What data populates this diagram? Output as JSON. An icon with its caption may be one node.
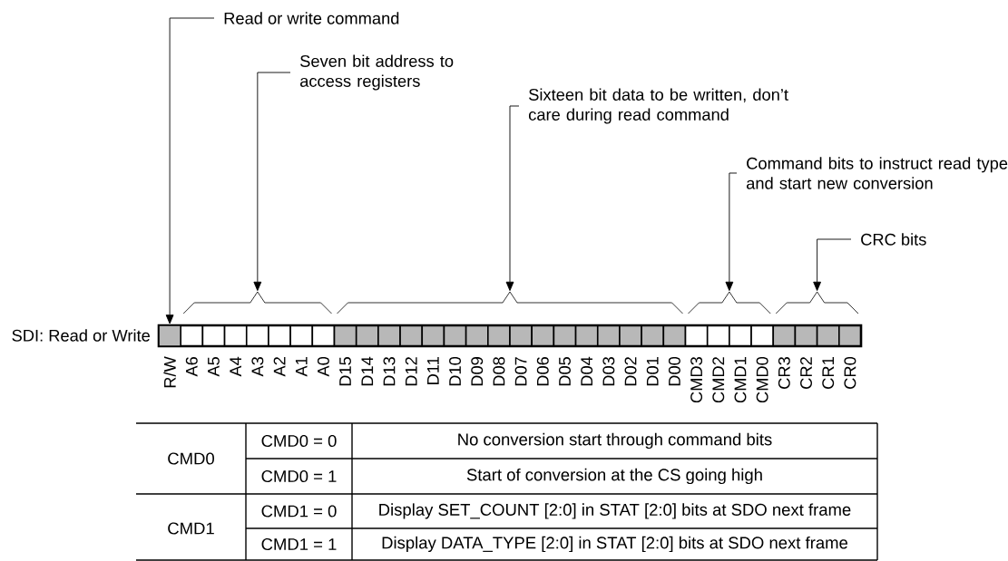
{
  "diagram": {
    "nodes": [
      {
        "text": [
          "Read or write command"
        ]
      },
      {
        "text": [
          "Seven bit address to access registers"
        ]
      },
      {
        "text": [
          "Sixteen bit data to be written, don’t care during read command"
        ]
      },
      {
        "text": [
          "Command bits to instruct read type and start new conversion"
        ]
      },
      {
        "text": [
          "CRC bits"
        ]
      },
      {
        "text": [],
        "shape": "bracket"
      },
      {
        "text": [],
        "shape": "bracket"
      },
      {
        "text": [],
        "shape": "bracket"
      },
      {
        "text": [],
        "shape": "bracket"
      },
      {
        "text": [],
        "shape": "box"
      }
    ],
    "edges": [
      {
        "from": 0,
        "to": 9,
        "arrow": "to"
      },
      {
        "from": 1,
        "to": 5,
        "arrow": "to"
      },
      {
        "from": 2,
        "to": 6,
        "arrow": "to"
      },
      {
        "from": 3,
        "to": 7,
        "arrow": "to"
      },
      {
        "from": 4,
        "to": 8,
        "arrow": "to"
      }
    ],
    "labels": [
      "SDI: Read or Write",
      "R/W",
      "A6",
      "A5",
      "A4",
      "A3",
      "A2",
      "A1",
      "A0",
      "D15",
      "D14",
      "D13",
      "D12",
      "D11",
      "D10",
      "D09",
      "D08",
      "D07",
      "D06",
      "D05",
      "D04",
      "D03",
      "D02",
      "D01",
      "D00",
      "CMD3",
      "CMD2",
      "CMD1",
      "CMD0",
      "CR3",
      "CR2",
      "CR1",
      "CR0",
      "CMD0",
      "CMD0 = 0",
      "No conversion start through command bits",
      "CMD0 = 1",
      "Start of conversion at the CS going high",
      "CMD1",
      "CMD1 = 0",
      "Display SET_COUNT [2:0] in STAT [2:0] bits at SDO next frame",
      "CMD1 = 1",
      "Display DATA_TYPE [2:0] in STAT [2:0] bits at SDO next frame"
    ]
  }
}
